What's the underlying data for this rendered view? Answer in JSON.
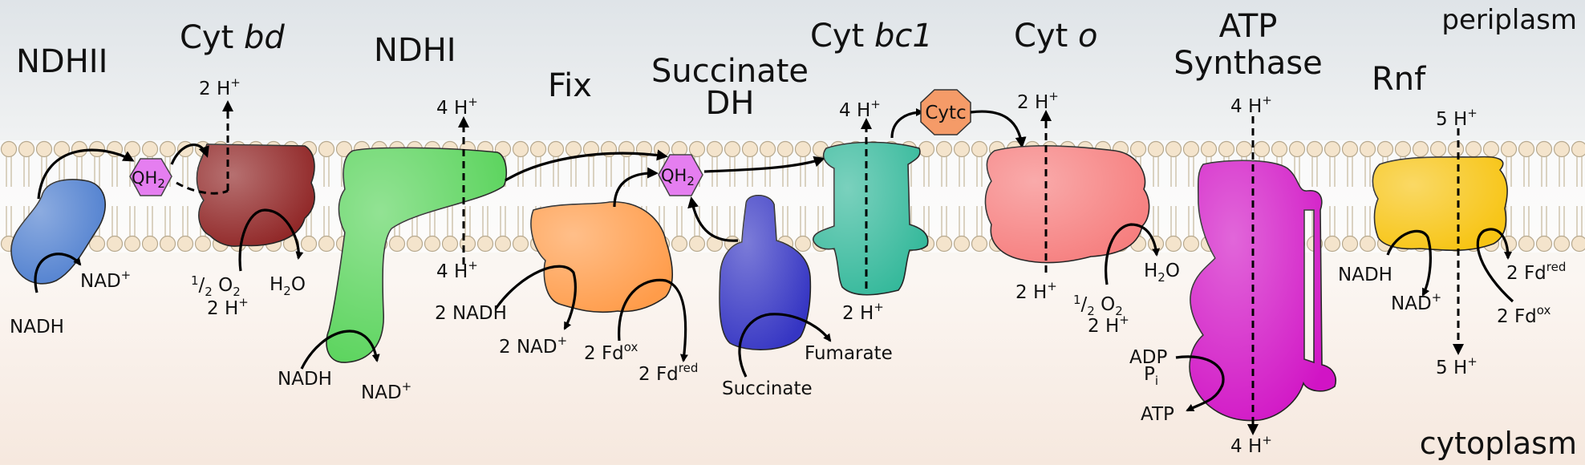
{
  "compartments": {
    "periplasm": "periplasm",
    "cytoplasm": "cytoplasm"
  },
  "colors": {
    "ndhii": "#4f7fcf",
    "cyt_bd": "#8f2424",
    "ndhi": "#58d35a",
    "fix": "#ff9c4a",
    "succinate_dh": "#3535c3",
    "cyt_bc1": "#33b89a",
    "cytc": "#f59b68",
    "cyt_o": "#f67d7d",
    "atp_synthase": "#d114c5",
    "rnf": "#f7c412",
    "quinol": "#e57ef0"
  },
  "complexes": {
    "ndhii": {
      "name": "NDHII",
      "substrate": "NADH",
      "product": "NAD",
      "product_sup": "+"
    },
    "cyt_bd": {
      "name_prefix": "Cyt ",
      "name_italic": "bd",
      "protons_out": "2 H",
      "protons_sup": "+",
      "o2_num": "1",
      "o2_rest": "/",
      "o2_den": "2",
      "o2_label": " O",
      "o2_sub": "2",
      "protons_in": "2 H",
      "protons_in_sup": "+",
      "water": "H",
      "water_sub": "2",
      "water_end": "O"
    },
    "ndhi": {
      "name": "NDHI",
      "protons_out": "4 H",
      "protons_out_sup": "+",
      "protons_in": "4 H",
      "protons_in_sup": "+",
      "substrate": "NADH",
      "product": "NAD",
      "product_sup": "+"
    },
    "fix": {
      "name": "Fix",
      "substrate": "2 NADH",
      "product": "2 NAD",
      "product_sup": "+",
      "fd_ox": "2 Fd",
      "fd_ox_sup": "ox",
      "fd_red": "2 Fd",
      "fd_red_sup": "red"
    },
    "succinate_dh": {
      "name_line1": "Succinate",
      "name_line2": "DH",
      "substrate": "Succinate",
      "product": "Fumarate"
    },
    "cyt_bc1": {
      "name_prefix": "Cyt ",
      "name_italic": "bc1",
      "protons_out": "4 H",
      "protons_out_sup": "+",
      "protons_in": "2 H",
      "protons_in_sup": "+"
    },
    "cytc": {
      "name": "Cytc"
    },
    "cyt_o": {
      "name_prefix": "Cyt ",
      "name_italic": "o",
      "protons_out": "2 H",
      "protons_out_sup": "+",
      "protons_in": "2 H",
      "protons_in_sup": "+",
      "o2_num": "1",
      "o2_rest": "/",
      "o2_den": "2",
      "o2_label": " O",
      "o2_sub": "2",
      "protons_in2": "2 H",
      "protons_in2_sup": "+",
      "water": "H",
      "water_sub": "2",
      "water_end": "O"
    },
    "atp_synthase": {
      "name_line1": "ATP",
      "name_line2": "Synthase",
      "protons_out": "4 H",
      "protons_out_sup": "+",
      "protons_in": "4 H",
      "protons_in_sup": "+",
      "adp": "ADP",
      "pi": "P",
      "pi_sub": "i",
      "atp": "ATP"
    },
    "rnf": {
      "name": "Rnf",
      "protons_out": "5 H",
      "protons_out_sup": "+",
      "protons_in": "5 H",
      "protons_in_sup": "+",
      "substrate": "NADH",
      "product": "NAD",
      "product_sup": "+",
      "fd_red": "2 Fd",
      "fd_red_sup": "red",
      "fd_ox": "2 Fd",
      "fd_ox_sup": "ox"
    }
  },
  "quinols": {
    "q1": {
      "label": "QH",
      "sub": "2"
    },
    "q2": {
      "label": "QH",
      "sub": "2"
    }
  }
}
